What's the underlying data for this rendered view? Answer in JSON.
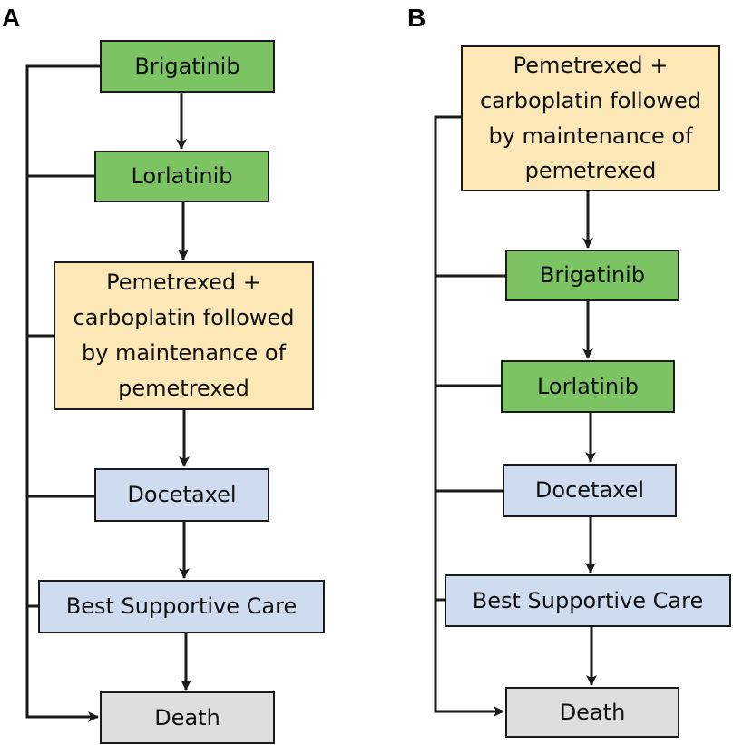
{
  "panel_a": {
    "label": "A",
    "nodes": {
      "brigatinib": "Brigatinib",
      "lorlatinib": "Lorlatinib",
      "pemetrexed": "Pemetrexed + carboplatin followed by maintenance of pemetrexed",
      "docetaxel": "Docetaxel",
      "best_supportive_care": "Best Supportive Care",
      "death": "Death"
    }
  },
  "panel_b": {
    "label": "B",
    "nodes": {
      "pemetrexed": "Pemetrexed + carboplatin followed by maintenance of pemetrexed",
      "brigatinib": "Brigatinib",
      "lorlatinib": "Lorlatinib",
      "docetaxel": "Docetaxel",
      "best_supportive_care": "Best Supportive Care",
      "death": "Death"
    }
  },
  "colors": {
    "targeted_therapy": "#7cc364",
    "chemotherapy": "#fbe8b6",
    "later_line": "#cfdbee",
    "death": "#dedede",
    "stroke": "#1a1a1a"
  }
}
